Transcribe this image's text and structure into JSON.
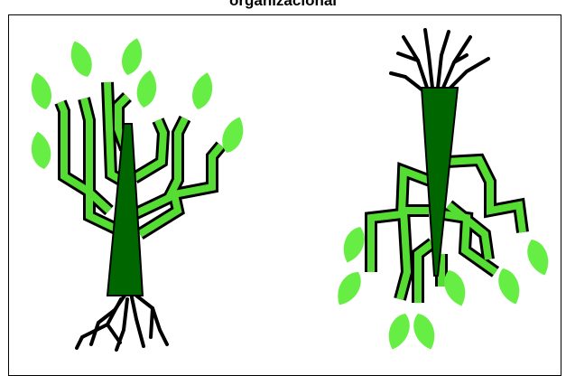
{
  "header": {
    "title": "organizacional"
  },
  "illustration": {
    "colors": {
      "leaf": "#66ee44",
      "branch": "#55dd33",
      "trunk": "#006600",
      "outline": "#000000"
    },
    "panels": [
      {
        "name": "upright-tree",
        "description_icon": "tree-icon"
      },
      {
        "name": "inverted-tree",
        "description_icon": "inverted-tree-icon"
      }
    ]
  }
}
